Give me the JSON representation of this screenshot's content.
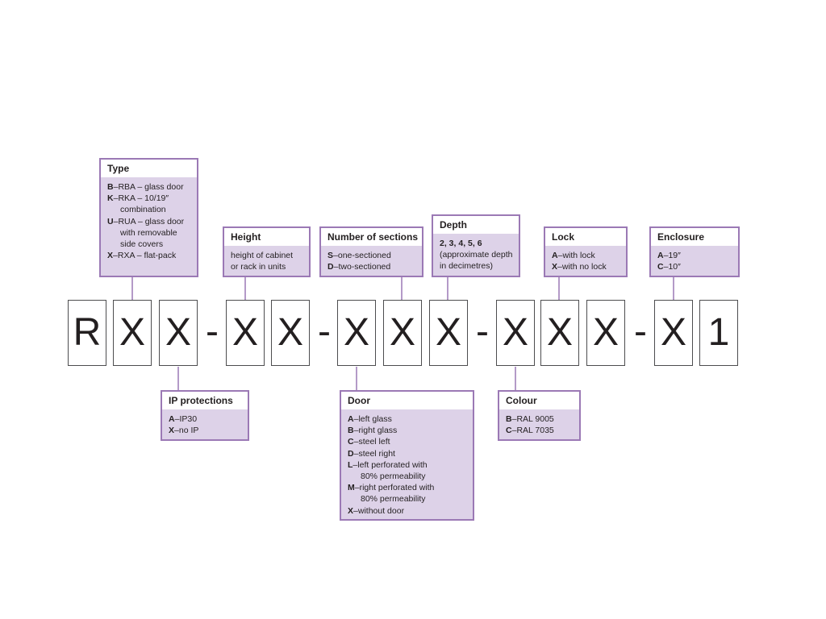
{
  "code": {
    "characters": [
      "R",
      "X",
      "X",
      "-",
      "X",
      "X",
      "-",
      "X",
      "X",
      "X",
      "-",
      "X",
      "X",
      "X",
      "-",
      "X",
      "1"
    ]
  },
  "cards": {
    "type": {
      "title": "Type",
      "items": [
        {
          "key": "B",
          "sep": " – ",
          "text": "RBA – glass door"
        },
        {
          "key": "K",
          "sep": " – ",
          "text": "RKA – 10/19″"
        },
        {
          "cont": "combination"
        },
        {
          "key": "U",
          "sep": " – ",
          "text": "RUA – glass door"
        },
        {
          "cont": "with removable"
        },
        {
          "cont": "side covers"
        },
        {
          "key": "X",
          "sep": " – ",
          "text": "RXA – flat-pack"
        }
      ]
    },
    "height": {
      "title": "Height",
      "lines": [
        "height of cabinet",
        "or rack in units"
      ]
    },
    "sections": {
      "title": "Number of sections",
      "items": [
        {
          "key": "S",
          "sep": " – ",
          "text": "one-sectioned"
        },
        {
          "key": "D",
          "sep": " – ",
          "text": "two-sectioned"
        }
      ]
    },
    "depth": {
      "title": "Depth",
      "values": "2, 3, 4, 5, 6",
      "lines": [
        "(approximate depth",
        "in decimetres)"
      ]
    },
    "lock": {
      "title": "Lock",
      "items": [
        {
          "key": "A",
          "sep": " – ",
          "text": "with lock"
        },
        {
          "key": "X",
          "sep": " – ",
          "text": "with no lock"
        }
      ]
    },
    "enclosure": {
      "title": "Enclosure",
      "items": [
        {
          "key": "A",
          "sep": " – ",
          "text": "19″"
        },
        {
          "key": "C",
          "sep": " – ",
          "text": "10″"
        }
      ]
    },
    "ip": {
      "title": "IP protections",
      "items": [
        {
          "key": "A",
          "sep": " – ",
          "text": "IP30"
        },
        {
          "key": "X",
          "sep": " – ",
          "text": "no IP"
        }
      ]
    },
    "door": {
      "title": "Door",
      "items": [
        {
          "key": "A",
          "sep": " – ",
          "text": "left glass"
        },
        {
          "key": "B",
          "sep": " – ",
          "text": "right glass"
        },
        {
          "key": "C",
          "sep": " – ",
          "text": "steel left"
        },
        {
          "key": "D",
          "sep": " – ",
          "text": "steel right"
        },
        {
          "key": "L",
          "sep": " – ",
          "text": "left perforated with"
        },
        {
          "cont": "80% permeability"
        },
        {
          "key": "M",
          "sep": " – ",
          "text": "right perforated with"
        },
        {
          "cont": "80% permeability"
        },
        {
          "key": "X",
          "sep": " – ",
          "text": "without door"
        }
      ]
    },
    "colour": {
      "title": "Colour",
      "items": [
        {
          "key": "B",
          "sep": " – ",
          "text": "RAL 9005"
        },
        {
          "key": "C",
          "sep": " – ",
          "text": "RAL 7035"
        }
      ]
    }
  },
  "colors": {
    "card_border": "#9b79b5",
    "card_fill": "#ddd2e8",
    "connector": "#9b79b5",
    "code_border": "#4d4d4f"
  }
}
